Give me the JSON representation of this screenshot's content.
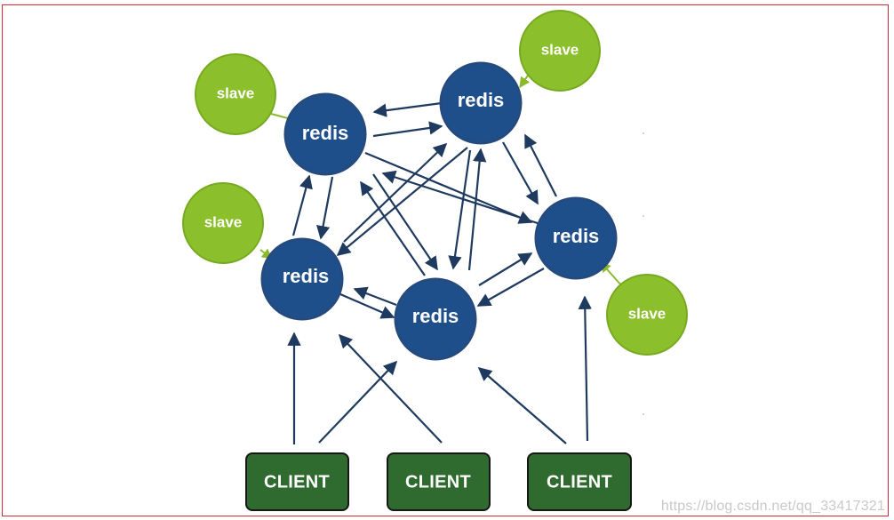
{
  "diagram": {
    "redis_label": "redis",
    "slave_label": "slave",
    "client_label": "CLIENT",
    "colors": {
      "border": "#d12a3a",
      "redis_fill": "#1f4f8b",
      "redis_stroke": "#254b7e",
      "slave_fill": "#8bbf2b",
      "slave_stroke": "#78aa21",
      "client_fill": "#2f6b2e",
      "client_stroke": "#171717",
      "arrow": "#1f3a5f",
      "slave_arrow": "#8bbb2d",
      "watermark": "#c9c9c9"
    }
  },
  "watermark": "https://blog.csdn.net/qq_33417321"
}
